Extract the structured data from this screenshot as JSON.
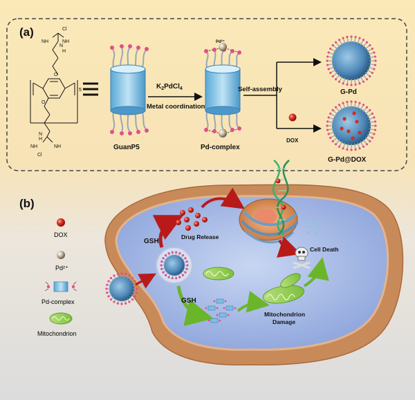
{
  "panel_a": {
    "label": "(a)",
    "structure": {
      "cl_top": "Cl",
      "cl_bottom": "Cl",
      "nh2_a": "NH",
      "nh2_b": "NH",
      "n_a": "N",
      "h_a": "H",
      "n_b": "N",
      "h_b": "H",
      "n5": "5",
      "o_top": "O",
      "o_bottom": "O"
    },
    "guanp5_label": "GuanP5",
    "reagent": "K2PdCl4",
    "metal_coordination": "Metal coordination",
    "pd_complex_label": "Pd-complex",
    "pd_top_label": "Pd²⁺",
    "self_assembly": "Self-assembly",
    "g_pd_label": "G-Pd",
    "dox_label": "DOX",
    "g_pd_dox_label": "G-Pd@DOX"
  },
  "panel_b": {
    "label": "(b)",
    "legend": [
      {
        "name": "DOX",
        "icon": "red-sphere"
      },
      {
        "name": "Pd²⁺",
        "icon": "pd-sphere"
      },
      {
        "name": "Pd-complex",
        "icon": "pd-complex"
      },
      {
        "name": "Mitochondrion",
        "icon": "mitochondrion"
      }
    ],
    "gsh_top": "GSH",
    "gsh_bottom": "GSH",
    "drug_release": "Drug Release",
    "cell_death": "Cell Death",
    "mito_damage_line1": "Mitochondrion",
    "mito_damage_line2": "Damage"
  }
}
